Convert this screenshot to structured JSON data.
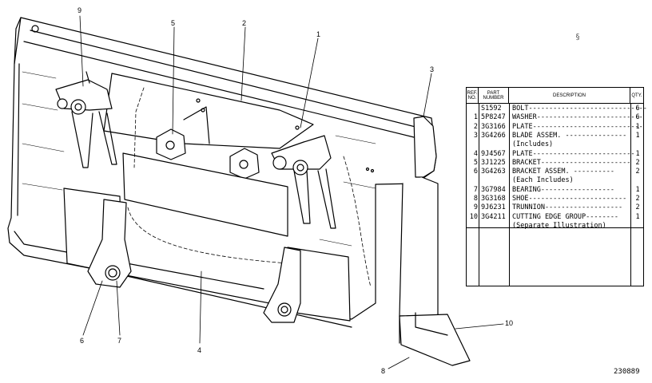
{
  "callouts": {
    "c1": "1",
    "c2": "2",
    "c3": "3",
    "c4": "4",
    "c5": "5",
    "c6": "6",
    "c7": "7",
    "c8": "8",
    "c9": "9",
    "c10": "10"
  },
  "parts_table": {
    "headers": {
      "ref_no": "REF. NO.",
      "part_number": "PART NUMBER",
      "description": "DESCRIPTION",
      "qty": "QTY."
    },
    "rows": [
      {
        "ref": "",
        "part": "S1592",
        "desc": "BOLT-----------------------------",
        "qty": "6"
      },
      {
        "ref": "1",
        "part": "5P8247",
        "desc": "WASHER--------------------------",
        "qty": "6"
      },
      {
        "ref": "2",
        "part": "3G3166",
        "desc": "PLATE---------------------------",
        "qty": "1"
      },
      {
        "ref": "3",
        "part": "3G4266",
        "desc": "BLADE ASSEM. ---------------",
        "qty": "1"
      },
      {
        "ref": "",
        "part": "",
        "desc": "     (Includes)",
        "qty": ""
      },
      {
        "ref": "4",
        "part": "9J4567",
        "desc": "  PLATE-------------------------",
        "qty": "1"
      },
      {
        "ref": "5",
        "part": "3J1225",
        "desc": "  BRACKET----------------------",
        "qty": "2"
      },
      {
        "ref": "6",
        "part": "3G4263",
        "desc": "  BRACKET ASSEM. ----------",
        "qty": "2"
      },
      {
        "ref": "",
        "part": "",
        "desc": "    (Each Includes)",
        "qty": ""
      },
      {
        "ref": "7",
        "part": "3G7984",
        "desc": "    BEARING------------------",
        "qty": "1"
      },
      {
        "ref": "8",
        "part": "3G3168",
        "desc": "  SHOE------------------------",
        "qty": "2"
      },
      {
        "ref": "9",
        "part": "9J6231",
        "desc": "  TRUNNION-------------------",
        "qty": "2"
      },
      {
        "ref": "10",
        "part": "3G4211",
        "desc": "CUTTING EDGE GROUP--------",
        "qty": "1"
      },
      {
        "ref": "",
        "part": "",
        "desc": "    (Separate Illustration)",
        "qty": ""
      }
    ]
  },
  "drawing_number": "230889",
  "stray_mark": "§"
}
